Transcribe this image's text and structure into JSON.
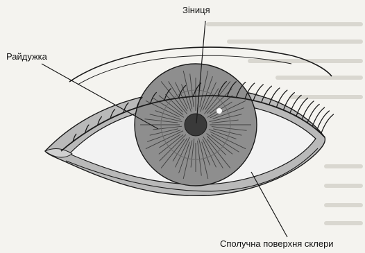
{
  "labels": {
    "pupil": "Зіниця",
    "iris": "Райдужка",
    "conjunctiva": "Сполучна поверхня склери"
  },
  "colors": {
    "background": "#f4f3ef",
    "iris": "#8e8e8e",
    "pupil": "#3a3a3a",
    "eyelid_shade": "#b9b9b9",
    "sclera": "#f2f2f2",
    "line": "#1a1a1a"
  }
}
